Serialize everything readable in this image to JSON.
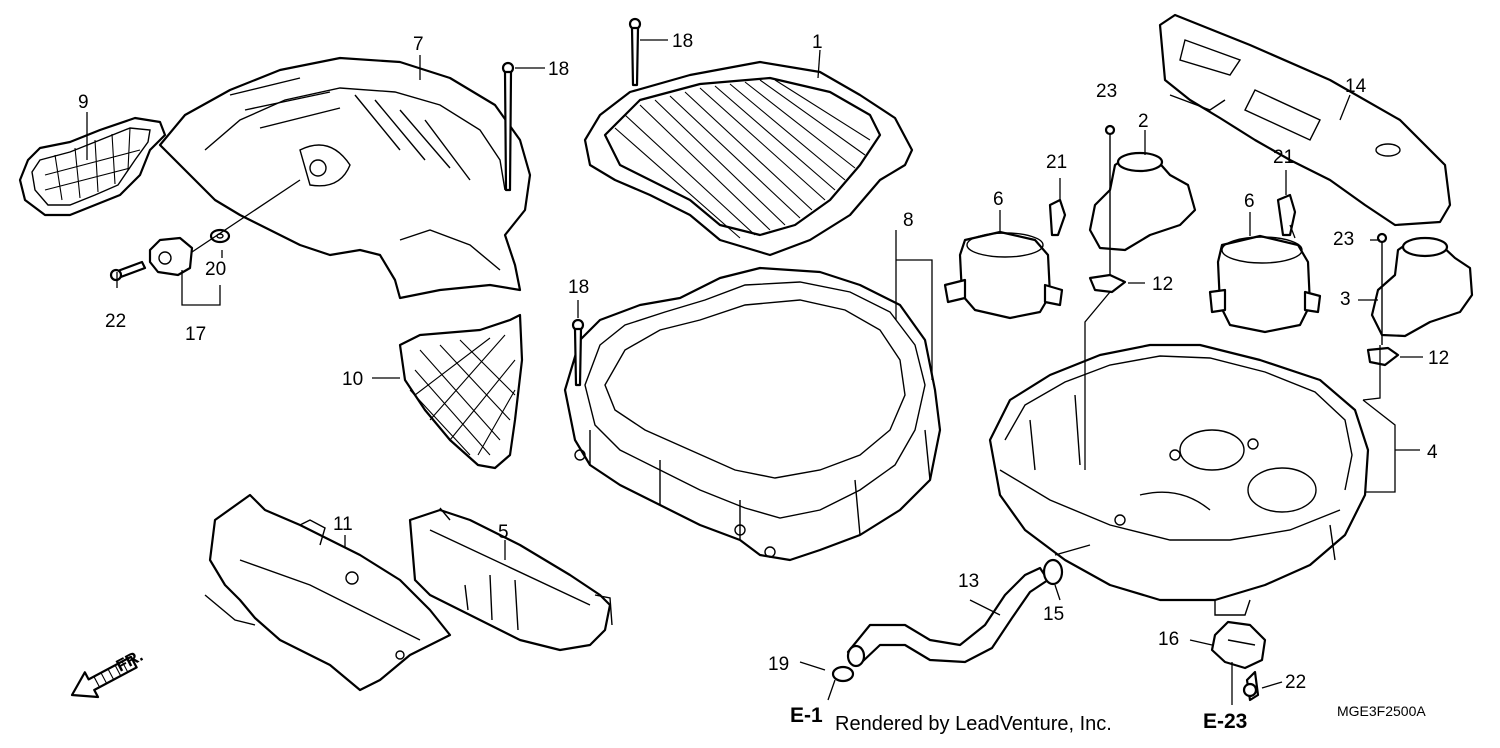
{
  "callouts": {
    "p1": "1",
    "p2": "2",
    "p3": "3",
    "p4": "4",
    "p5": "5",
    "p6a": "6",
    "p6b": "6",
    "p7": "7",
    "p8": "8",
    "p9": "9",
    "p10": "10",
    "p11": "11",
    "p12a": "12",
    "p12b": "12",
    "p13": "13",
    "p14": "14",
    "p15": "15",
    "p16": "16",
    "p17": "17",
    "p18a": "18",
    "p18b": "18",
    "p18c": "18",
    "p19": "19",
    "p20": "20",
    "p21a": "21",
    "p21b": "21",
    "p22a": "22",
    "p22b": "22",
    "p23a": "23",
    "p23b": "23"
  },
  "references": {
    "e1": "E-1",
    "e23": "E-23"
  },
  "direction_label": "FR.",
  "diagram_code": "MGE3F2500A",
  "credit": "Rendered by LeadVenture, Inc.",
  "icons": [
    "front-direction-arrow-icon"
  ]
}
